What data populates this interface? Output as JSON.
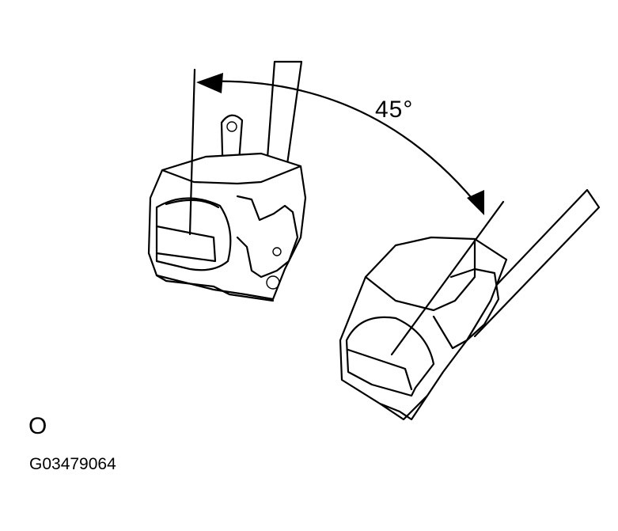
{
  "diagram": {
    "angle_label": "45°",
    "view_code": "O",
    "figure_id": "G03479064"
  }
}
